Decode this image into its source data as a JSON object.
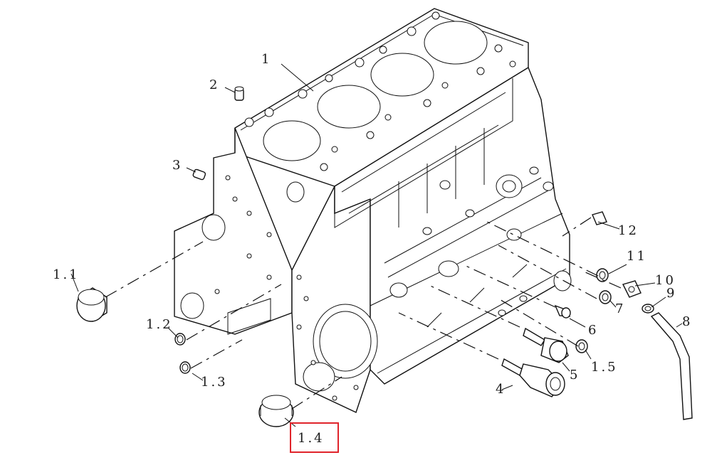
{
  "labels": {
    "l1": "1",
    "l2": "2",
    "l3": "3",
    "l4": "4",
    "l5": "5",
    "l6": "6",
    "l7": "7",
    "l8": "8",
    "l9": "9",
    "l10": "10",
    "l11": "11",
    "l12": "12",
    "l1_1": "1.1",
    "l1_2": "1.2",
    "l1_3": "1.3",
    "l1_4": "1.4",
    "l1_5": "1.5"
  },
  "highlight": {
    "target": "1.4",
    "color": "#e0242b"
  },
  "colors": {
    "line": "#111111",
    "background": "#ffffff"
  }
}
